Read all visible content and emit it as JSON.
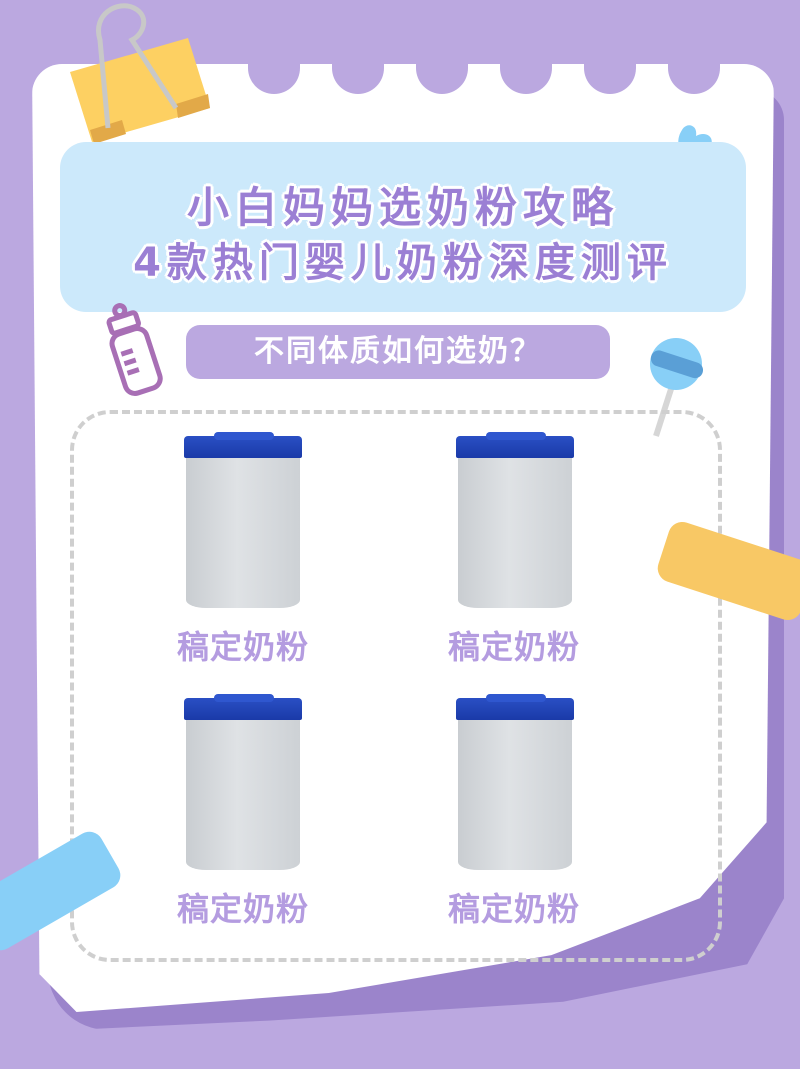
{
  "title": {
    "line1": "小白妈妈选奶粉攻略",
    "line2": "4款热门婴儿奶粉深度测评"
  },
  "subtitle": "不同体质如何选奶？",
  "products": [
    {
      "label": "稿定奶粉"
    },
    {
      "label": "稿定奶粉"
    },
    {
      "label": "稿定奶粉"
    },
    {
      "label": "稿定奶粉"
    }
  ],
  "colors": {
    "background": "#bba8e0",
    "title_box": "#cce9fb",
    "title_text": "#9b7fd4",
    "pill": "#bba8e0",
    "label_text": "#b49ce0",
    "yellow_tape": "#f8c865",
    "blue_tape": "#88cff7"
  },
  "decorations": [
    "binder-clip-icon",
    "heart-icon",
    "baby-bottle-icon",
    "lollipop-icon",
    "yellow-tape",
    "blue-tape"
  ]
}
